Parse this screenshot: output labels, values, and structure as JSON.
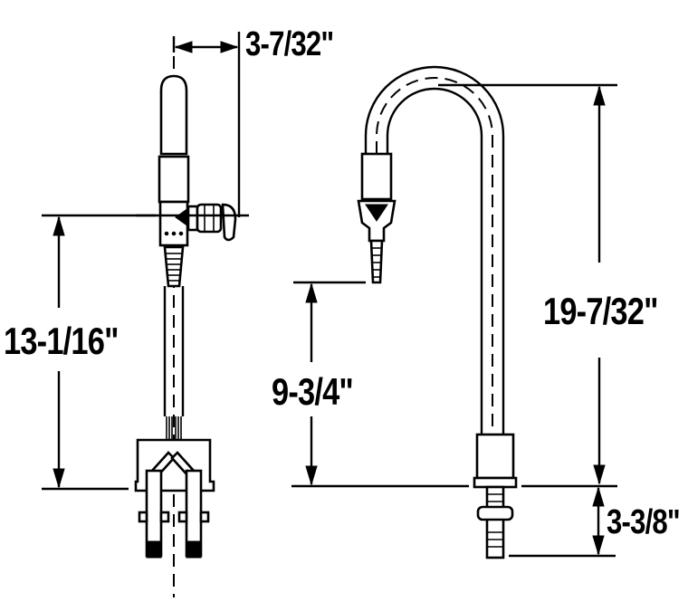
{
  "drawing": {
    "subject": "Laboratory gooseneck faucet dimension drawing",
    "views": [
      {
        "name": "side-view",
        "description": "Side elevation with vacuum/water valve and dual inlet shanks"
      },
      {
        "name": "front-view",
        "description": "Front elevation with gooseneck spout and serrated hose end"
      }
    ],
    "dimensions": {
      "offset_width": "3-7/32\"",
      "side_height": "13-1/16\"",
      "outlet_height": "9-3/4\"",
      "overall_height": "19-7/32\"",
      "shank_length": "3-3/8\""
    },
    "colors": {
      "line": "#000000",
      "background": "#ffffff"
    }
  }
}
